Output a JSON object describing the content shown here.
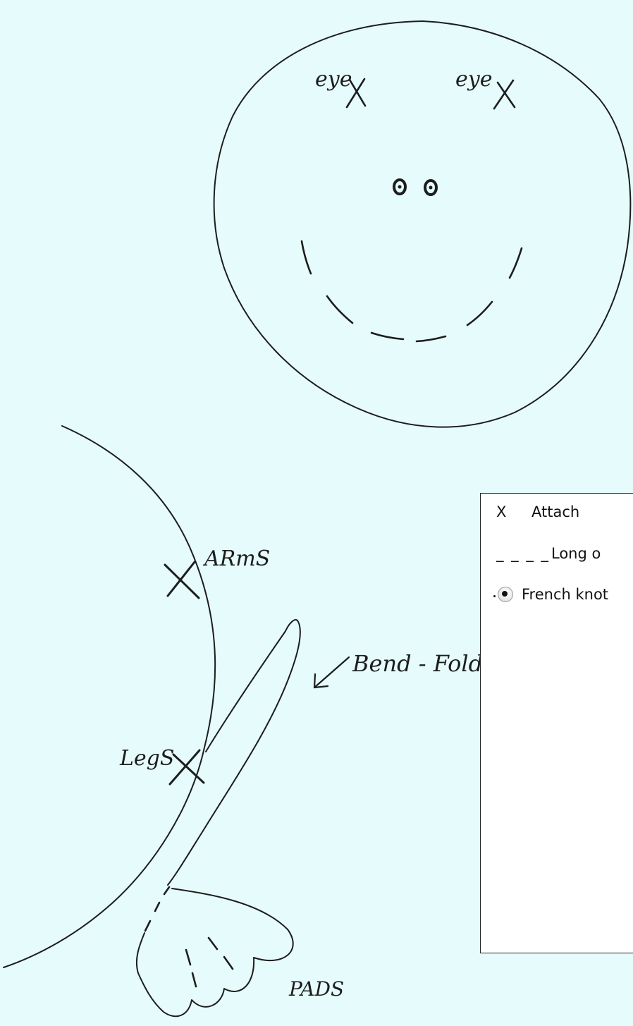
{
  "labels": {
    "eye_left": "eye",
    "eye_right": "eye",
    "arms": "ARmS",
    "bend_fold": "Bend - Fold",
    "legs": "LegS",
    "pads": "PADS"
  },
  "legend": {
    "rows": [
      {
        "symbol": "X",
        "label": "Attach"
      },
      {
        "symbol": "_ _ _ _",
        "label": "Long o"
      },
      {
        "symbol": "french-knot-icon",
        "label": "French knot"
      }
    ]
  },
  "colors": {
    "background": "#e6fbfc",
    "ink": "#1d1d1d",
    "legend_background": "#ffffff"
  }
}
